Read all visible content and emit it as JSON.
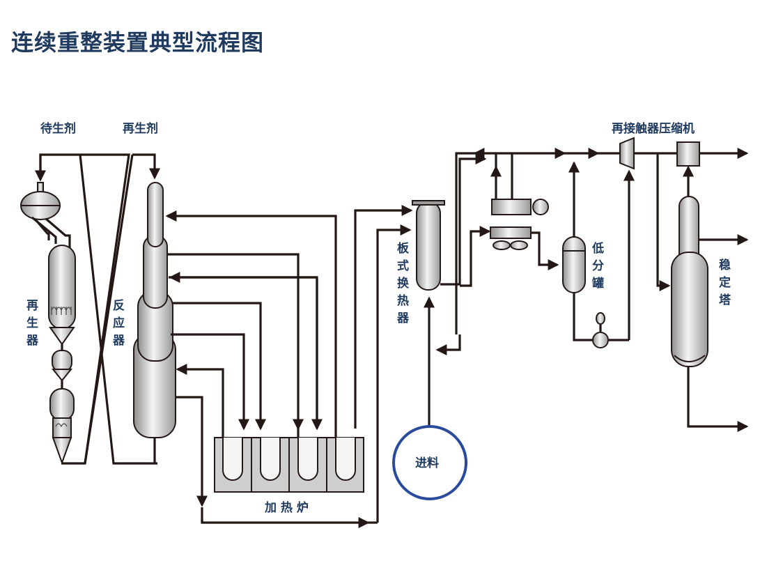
{
  "title": "连续重整装置典型流程图",
  "labels": {
    "spent_catalyst": "待生剂",
    "regen_catalyst": "再生剂",
    "regenerator": [
      "再",
      "生",
      "器"
    ],
    "reactor": [
      "反",
      "应",
      "器"
    ],
    "furnace": "加 热 炉",
    "feed": "进料",
    "plate_exchanger": [
      "板",
      "式",
      "换",
      "热",
      "器"
    ],
    "lp_separator": [
      "低",
      "分",
      "罐"
    ],
    "recontact_compressor": "再接触器压缩机",
    "stabilizer": [
      "稳",
      "定",
      "塔"
    ]
  },
  "colors": {
    "pipe": "#231815",
    "label": "#1f3a5f",
    "feed_circle": "#2a4b9b",
    "vessel_light": "#f2f2f2",
    "vessel_mid": "#c8c8c8",
    "vessel_dark": "#8e8e8e"
  }
}
